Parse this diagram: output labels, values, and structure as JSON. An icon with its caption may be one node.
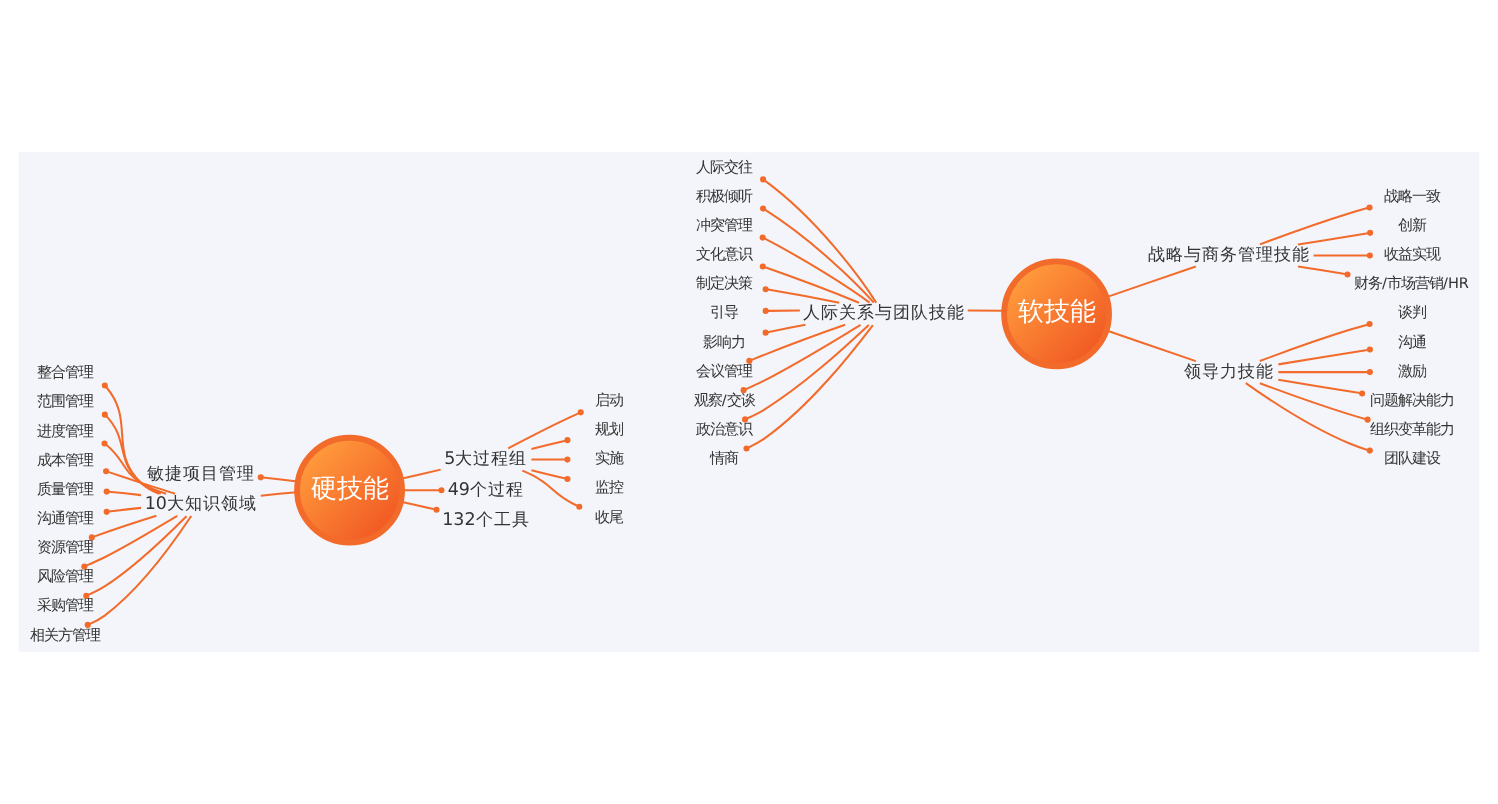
{
  "diagram": {
    "nodes": [
      {
        "text": [
          "硬技能"
        ]
      },
      {
        "text": [
          "敏捷项目管理"
        ]
      },
      {
        "text": [
          "5大过程组"
        ]
      },
      {
        "text": [
          "启动"
        ]
      },
      {
        "text": [
          "规划"
        ]
      },
      {
        "text": [
          "实施"
        ]
      },
      {
        "text": [
          "监控"
        ]
      },
      {
        "text": [
          "收尾"
        ]
      },
      {
        "text": [
          "10大知识领域"
        ]
      },
      {
        "text": [
          "整合管理"
        ]
      },
      {
        "text": [
          "范围管理"
        ]
      },
      {
        "text": [
          "进度管理"
        ]
      },
      {
        "text": [
          "成本管理"
        ]
      },
      {
        "text": [
          "质量管理"
        ]
      },
      {
        "text": [
          "沟通管理"
        ]
      },
      {
        "text": [
          "资源管理"
        ]
      },
      {
        "text": [
          "风险管理"
        ]
      },
      {
        "text": [
          "采购管理"
        ]
      },
      {
        "text": [
          "相关方管理"
        ]
      },
      {
        "text": [
          "49个过程"
        ]
      },
      {
        "text": [
          "132个工具"
        ]
      },
      {
        "text": [
          "软技能"
        ]
      },
      {
        "text": [
          "战略与商务管理技能"
        ]
      },
      {
        "text": [
          "战略一致"
        ]
      },
      {
        "text": [
          "创新"
        ]
      },
      {
        "text": [
          "收益实现"
        ]
      },
      {
        "text": [
          "财务/市场营销/HR"
        ]
      },
      {
        "text": [
          "人际关系与团队技能"
        ]
      },
      {
        "text": [
          "人际交往"
        ]
      },
      {
        "text": [
          "积极倾听"
        ]
      },
      {
        "text": [
          "冲突管理"
        ]
      },
      {
        "text": [
          "文化意识"
        ]
      },
      {
        "text": [
          "制定决策"
        ]
      },
      {
        "text": [
          "情商"
        ]
      },
      {
        "text": [
          "引导"
        ]
      },
      {
        "text": [
          "影响力"
        ]
      },
      {
        "text": [
          "会议管理"
        ]
      },
      {
        "text": [
          "观察/交谈"
        ]
      },
      {
        "text": [
          "政治意识"
        ]
      },
      {
        "text": [
          "领导力技能"
        ]
      },
      {
        "text": [
          "谈判"
        ]
      },
      {
        "text": [
          "沟通"
        ]
      },
      {
        "text": [
          "激励"
        ]
      },
      {
        "text": [
          "问题解决能力"
        ]
      },
      {
        "text": [
          "组织变革能力"
        ]
      },
      {
        "text": [
          "团队建设"
        ]
      }
    ],
    "edges": [
      {
        "from": 0,
        "to": 1,
        "arrow": "other"
      },
      {
        "from": 0,
        "to": 2,
        "arrow": "none"
      },
      {
        "from": 2,
        "to": 3,
        "arrow": "other"
      },
      {
        "from": 2,
        "to": 4,
        "arrow": "other"
      },
      {
        "from": 2,
        "to": 5,
        "arrow": "other"
      },
      {
        "from": 2,
        "to": 6,
        "arrow": "other"
      },
      {
        "from": 2,
        "to": 7,
        "arrow": "other"
      },
      {
        "from": 0,
        "to": 8,
        "arrow": "none"
      },
      {
        "from": 8,
        "to": 9,
        "arrow": "other"
      },
      {
        "from": 8,
        "to": 10,
        "arrow": "other"
      },
      {
        "from": 8,
        "to": 11,
        "arrow": "other"
      },
      {
        "from": 8,
        "to": 12,
        "arrow": "other"
      },
      {
        "from": 8,
        "to": 13,
        "arrow": "other"
      },
      {
        "from": 8,
        "to": 14,
        "arrow": "other"
      },
      {
        "from": 8,
        "to": 15,
        "arrow": "other"
      },
      {
        "from": 8,
        "to": 16,
        "arrow": "other"
      },
      {
        "from": 8,
        "to": 17,
        "arrow": "other"
      },
      {
        "from": 8,
        "to": 18,
        "arrow": "other"
      },
      {
        "from": 0,
        "to": 19,
        "arrow": "other"
      },
      {
        "from": 0,
        "to": 20,
        "arrow": "other"
      },
      {
        "from": 21,
        "to": 22,
        "arrow": "none"
      },
      {
        "from": 22,
        "to": 23,
        "arrow": "other"
      },
      {
        "from": 22,
        "to": 24,
        "arrow": "other"
      },
      {
        "from": 22,
        "to": 25,
        "arrow": "other"
      },
      {
        "from": 22,
        "to": 26,
        "arrow": "other"
      },
      {
        "from": 21,
        "to": 27,
        "arrow": "none"
      },
      {
        "from": 27,
        "to": 28,
        "arrow": "other"
      },
      {
        "from": 27,
        "to": 29,
        "arrow": "other"
      },
      {
        "from": 27,
        "to": 30,
        "arrow": "other"
      },
      {
        "from": 27,
        "to": 31,
        "arrow": "other"
      },
      {
        "from": 27,
        "to": 32,
        "arrow": "other"
      },
      {
        "from": 27,
        "to": 33,
        "arrow": "other"
      },
      {
        "from": 27,
        "to": 34,
        "arrow": "other"
      },
      {
        "from": 27,
        "to": 35,
        "arrow": "other"
      },
      {
        "from": 27,
        "to": 36,
        "arrow": "other"
      },
      {
        "from": 27,
        "to": 37,
        "arrow": "other"
      },
      {
        "from": 27,
        "to": 38,
        "arrow": "other"
      },
      {
        "from": 21,
        "to": 39,
        "arrow": "none"
      },
      {
        "from": 39,
        "to": 40,
        "arrow": "other"
      },
      {
        "from": 39,
        "to": 41,
        "arrow": "other"
      },
      {
        "from": 39,
        "to": 42,
        "arrow": "other"
      },
      {
        "from": 39,
        "to": 43,
        "arrow": "other"
      },
      {
        "from": 39,
        "to": 44,
        "arrow": "other"
      },
      {
        "from": 39,
        "to": 45,
        "arrow": "other"
      }
    ]
  }
}
